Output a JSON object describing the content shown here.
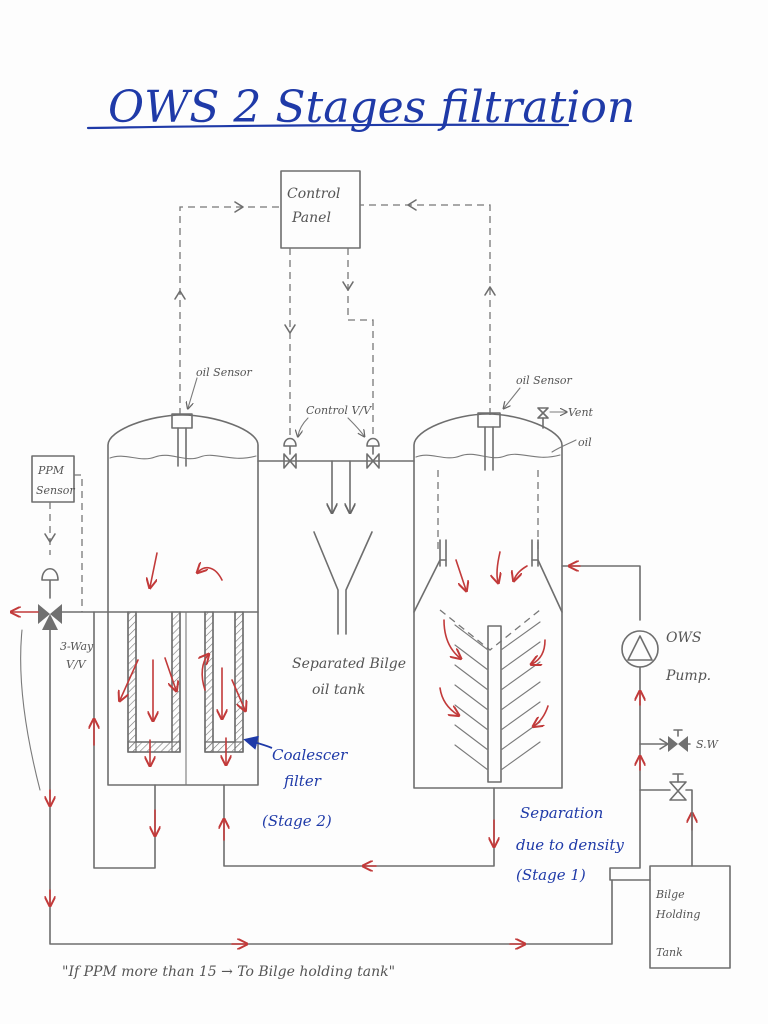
{
  "title": "OWS 2 Stages filtration",
  "labels": {
    "control_panel": [
      "Control",
      "Panel"
    ],
    "oil_sensor_left": "oil Sensor",
    "oil_sensor_right": "oil Sensor",
    "control_valve": "Control V/V",
    "vent": "Vent",
    "oil": "oil",
    "ppm_sensor": [
      "PPM",
      "Sensor"
    ],
    "three_way_valve": [
      "3-Way",
      "V/V"
    ],
    "separated_bilge_tank": [
      "Separated Bilge",
      "oil tank"
    ],
    "ows_pump": [
      "OWS",
      "Pump."
    ],
    "sw": "S.W",
    "bilge_holding_tank": [
      "Bilge",
      "Holding",
      "Tank"
    ],
    "coalescer_filter": [
      "Coalescer",
      "filter",
      "(Stage 2)"
    ],
    "separation_density": [
      "Separation",
      "due to density",
      "(Stage 1)"
    ],
    "footnote": "\"If PPM more than 15 → To Bilge holding tank\""
  },
  "colors": {
    "ink_blue": "#1f3aa8",
    "pencil_gray": "#6e6e6e",
    "flow_red": "#c23a3a"
  }
}
